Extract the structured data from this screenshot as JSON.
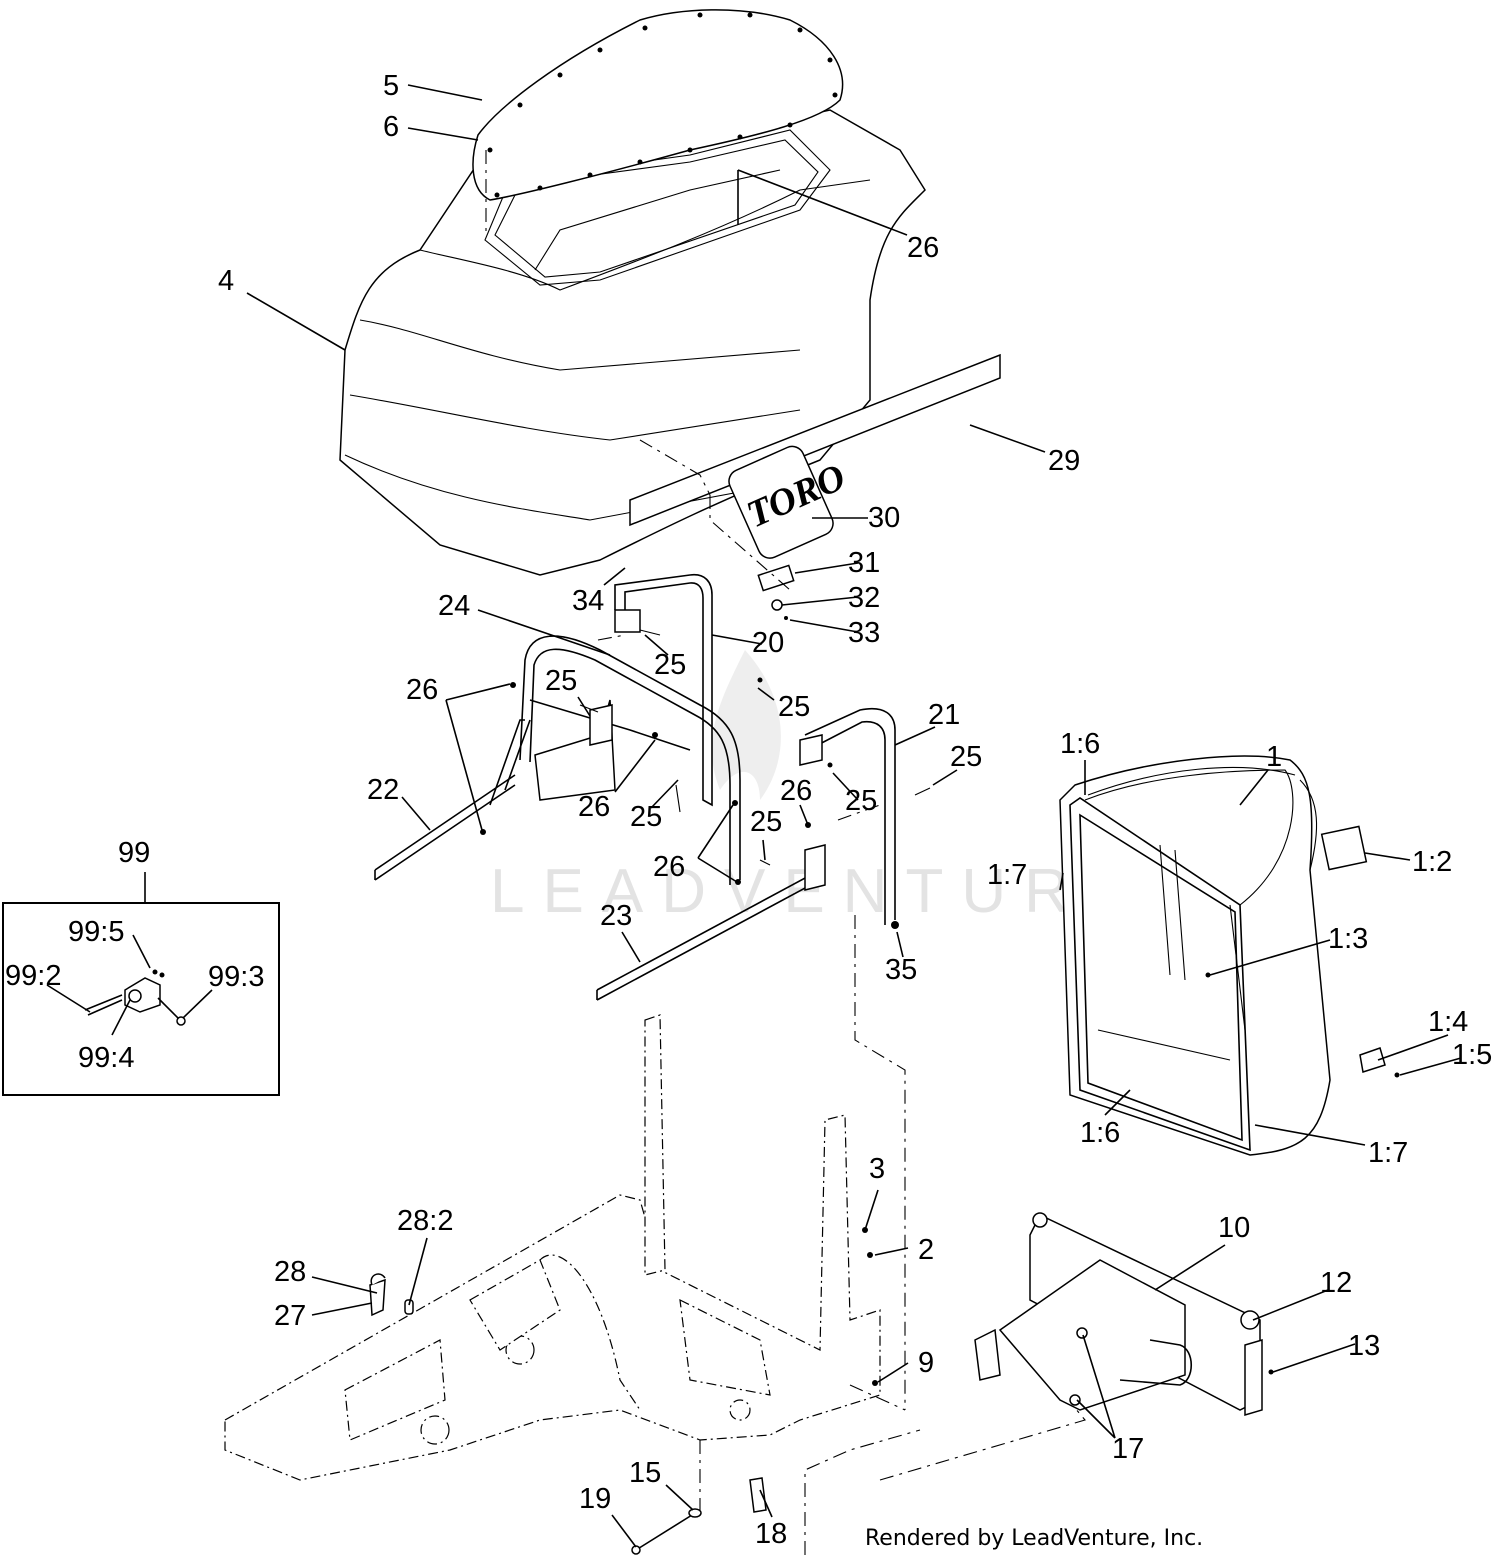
{
  "diagram": {
    "watermark": "LEADVENTURE",
    "credit": "Rendered by LeadVenture, Inc.",
    "logo": "TORO",
    "callouts": [
      "5",
      "6",
      "26",
      "4",
      "29",
      "30",
      "31",
      "32",
      "33",
      "34",
      "24",
      "20",
      "25",
      "25",
      "26",
      "25",
      "22",
      "26",
      "25",
      "21",
      "25",
      "25",
      "26",
      "25",
      "26",
      "23",
      "35",
      "1:6",
      "1",
      "1:2",
      "1:7",
      "1:3",
      "1:4",
      "1:5",
      "1:6",
      "1:7",
      "99",
      "99:5",
      "99:2",
      "99:3",
      "99:4",
      "3",
      "2",
      "28:2",
      "28",
      "27",
      "9",
      "10",
      "12",
      "13",
      "17",
      "15",
      "19",
      "18"
    ]
  }
}
